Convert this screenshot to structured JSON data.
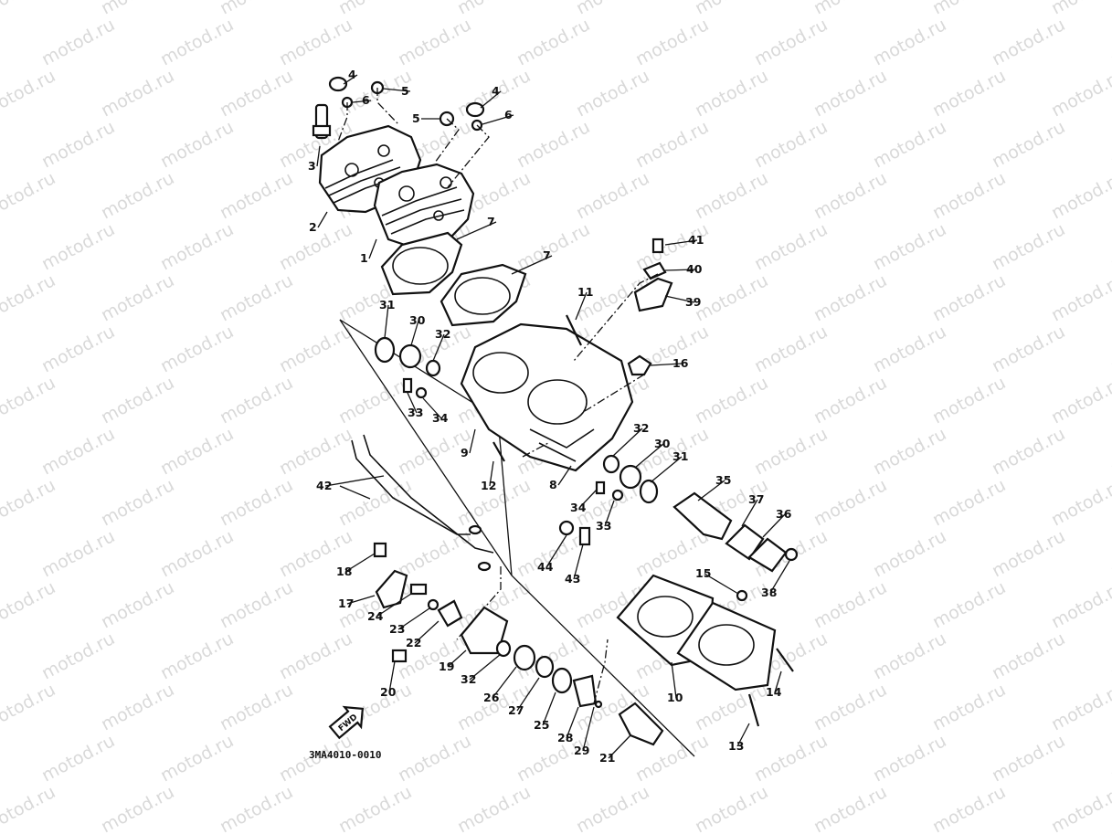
{
  "watermark": "motod.ru",
  "diagram_code": "3MA4010-0010",
  "fwd_label": "FWD",
  "callouts": [
    "1",
    "2",
    "3",
    "4",
    "4",
    "5",
    "5",
    "6",
    "6",
    "7",
    "7",
    "8",
    "9",
    "10",
    "11",
    "12",
    "13",
    "14",
    "15",
    "16",
    "17",
    "18",
    "19",
    "20",
    "21",
    "22",
    "23",
    "24",
    "25",
    "26",
    "27",
    "28",
    "29",
    "30",
    "30",
    "31",
    "31",
    "32",
    "32",
    "32",
    "33",
    "33",
    "34",
    "34",
    "35",
    "36",
    "37",
    "38",
    "39",
    "40",
    "41",
    "42",
    "43",
    "44"
  ]
}
